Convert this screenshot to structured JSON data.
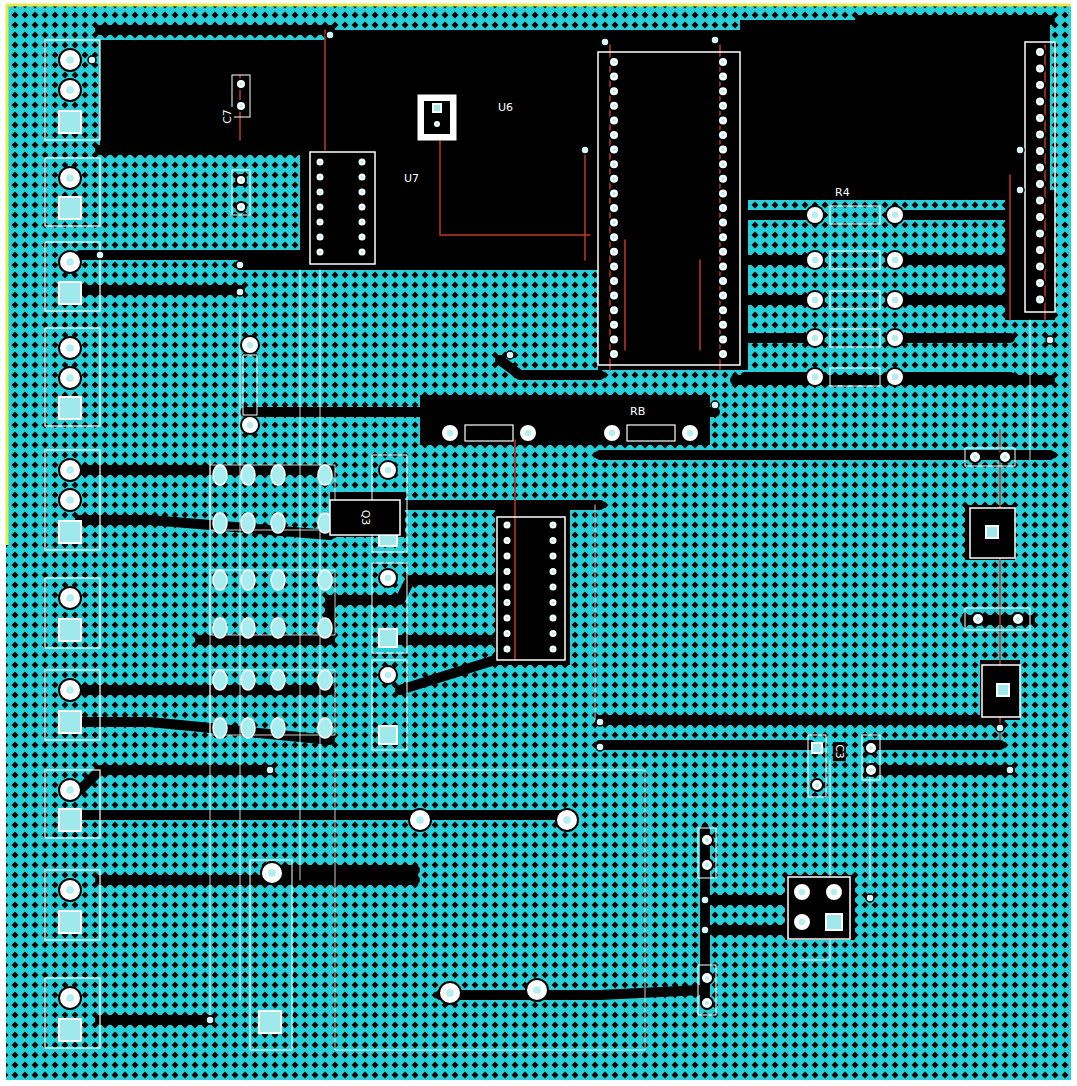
{
  "diagram": {
    "labels": [
      "U6",
      "U7",
      "RB",
      "R4",
      "C3",
      "Q3",
      "C7"
    ]
  }
}
